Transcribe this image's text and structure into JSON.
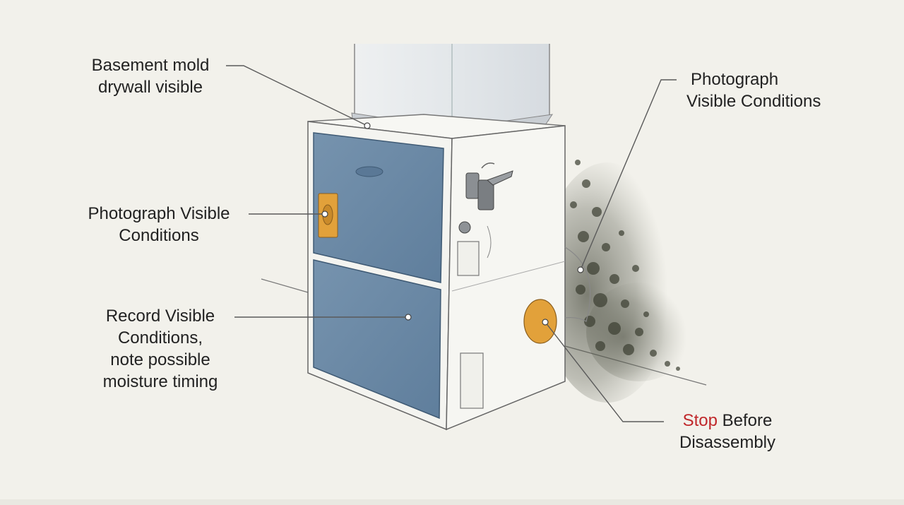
{
  "colors": {
    "background": "#f2f1eb",
    "furnace_panel": "#6e8ca9",
    "furnace_cabinet": "#f4f4f0",
    "accent_orange": "#e2a13a",
    "mold": "#3e4034",
    "stop_red": "#c0282b",
    "leader_line": "#5a5a5a"
  },
  "labels": {
    "basement_mold": {
      "line1": "Basement mold",
      "line2": "drywall visible"
    },
    "photograph_top": {
      "line1": "Photograph",
      "line2": "Visible Conditions"
    },
    "photograph_left": {
      "line1": "Photograph Visible",
      "line2": "Conditions"
    },
    "record": {
      "line1": "Record Visible",
      "line2": "Conditions,",
      "line3": "note possible",
      "line4": "moisture timing"
    },
    "stop": {
      "stop_word": "Stop",
      "rest_line1": " Before",
      "line2": "Disassembly"
    }
  }
}
